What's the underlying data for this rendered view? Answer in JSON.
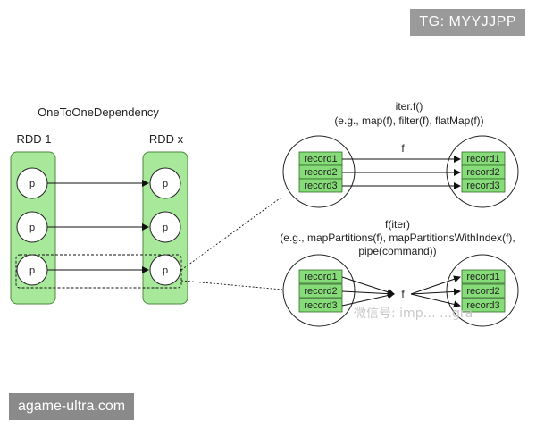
{
  "title": "OneToOneDependency",
  "left_rdd": {
    "label": "RDD 1",
    "partitions": [
      "p",
      "p",
      "p"
    ]
  },
  "right_rdd": {
    "label": "RDD x",
    "partitions": [
      "p",
      "p",
      "p"
    ]
  },
  "top_example": {
    "title": "iter.f()",
    "subtitle": "(e.g., map(f), filter(f), flatMap(f))",
    "func_label": "f",
    "left_records": [
      "record1",
      "record2",
      "record3"
    ],
    "right_records": [
      "record1",
      "record2",
      "record3"
    ]
  },
  "bottom_example": {
    "title": "f(iter)",
    "subtitle_line1": "(e.g., mapPartitions(f), mapPartitionsWithIndex(f),",
    "subtitle_line2": "pipe(command))",
    "func_label": "f",
    "left_records": [
      "record1",
      "record2",
      "record3"
    ],
    "right_records": [
      "record1",
      "record2",
      "record3"
    ]
  },
  "tags": {
    "telegram": "TG: MYYJJPP",
    "site": "agame-ultra.com"
  },
  "watermark": "微信号: imp… …gra",
  "colors": {
    "rdd_fill": "#a8e89a",
    "rdd_stroke": "#4a8a3a",
    "record_fill": "#86dc78",
    "line": "#111111",
    "tag_bg": "#9a9a9a"
  }
}
